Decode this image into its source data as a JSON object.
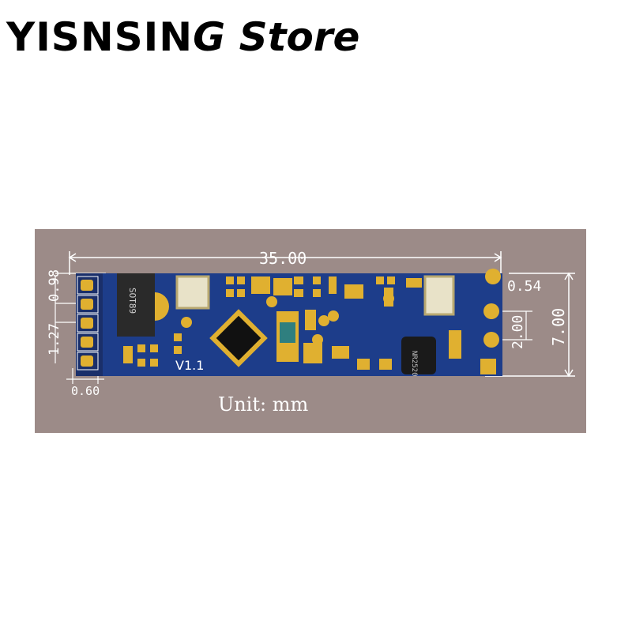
{
  "header": {
    "store_name": "YISNSIN",
    "store_rest": "G Store"
  },
  "board": {
    "silk_ic": "SOT89",
    "silk_inductor": "NR2520",
    "silk_version": "V1.1",
    "unit": "Unit: mm",
    "dimensions": {
      "length": "35.00",
      "height": "7.00",
      "pin_pitch_right": "2.00",
      "pin_top_offset": "0.54",
      "left_top_offset": "0.98",
      "left_pitch": "1.27",
      "left_pad_width": "0.60"
    }
  },
  "colors": {
    "pcb": "#1d3d8a",
    "pad": "#e0b030",
    "panel": "#9c8b88"
  }
}
